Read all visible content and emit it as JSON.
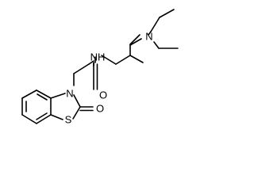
{
  "molecule": {
    "atoms": {
      "n_amine": "N",
      "n_amide": "NH",
      "o_amide": "O",
      "n_ring": "N",
      "s_ring": "S",
      "o_ring": "O"
    }
  }
}
